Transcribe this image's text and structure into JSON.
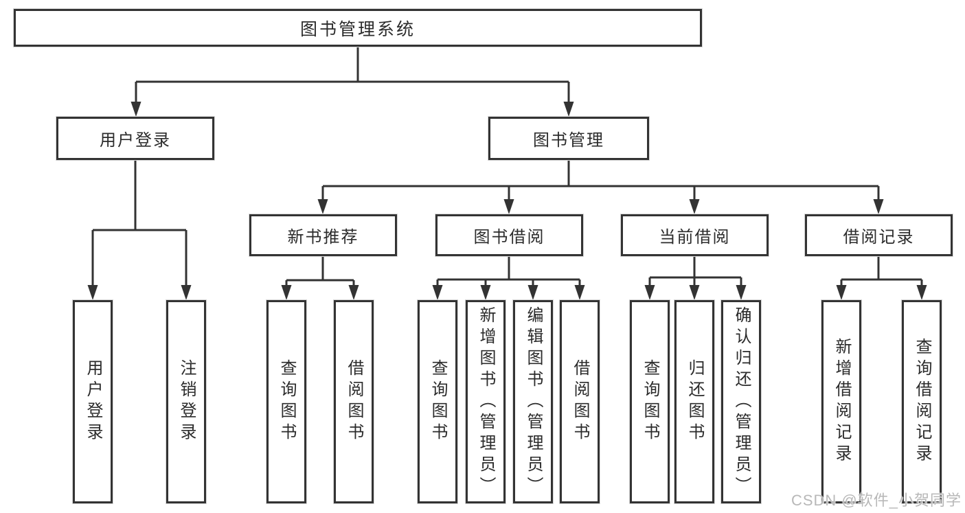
{
  "diagram_title": "图书管理系统",
  "tree": {
    "label": "图书管理系统",
    "children": [
      {
        "label": "用户登录",
        "children": [
          {
            "label": "用户登录"
          },
          {
            "label": "注销登录"
          }
        ]
      },
      {
        "label": "图书管理",
        "children": [
          {
            "label": "新书推荐",
            "children": [
              {
                "label": "查询图书"
              },
              {
                "label": "借阅图书"
              }
            ]
          },
          {
            "label": "图书借阅",
            "children": [
              {
                "label": "查询图书"
              },
              {
                "label": "新增图书（管理员）"
              },
              {
                "label": "编辑图书（管理员）"
              },
              {
                "label": "借阅图书"
              }
            ]
          },
          {
            "label": "当前借阅",
            "children": [
              {
                "label": "查询图书"
              },
              {
                "label": "归还图书"
              },
              {
                "label": "确认归还（管理员）"
              }
            ]
          },
          {
            "label": "借阅记录",
            "children": [
              {
                "label": "新增借阅记录"
              },
              {
                "label": "查询借阅记录"
              }
            ]
          }
        ]
      }
    ]
  },
  "watermark": "CSDN @软件_小贺同学",
  "colors": {
    "line": "#333333",
    "box_border": "#333333",
    "box_fill": "#ffffff",
    "text": "#2b2b2b",
    "watermark": "#b8b8b8",
    "background": "#ffffff"
  }
}
